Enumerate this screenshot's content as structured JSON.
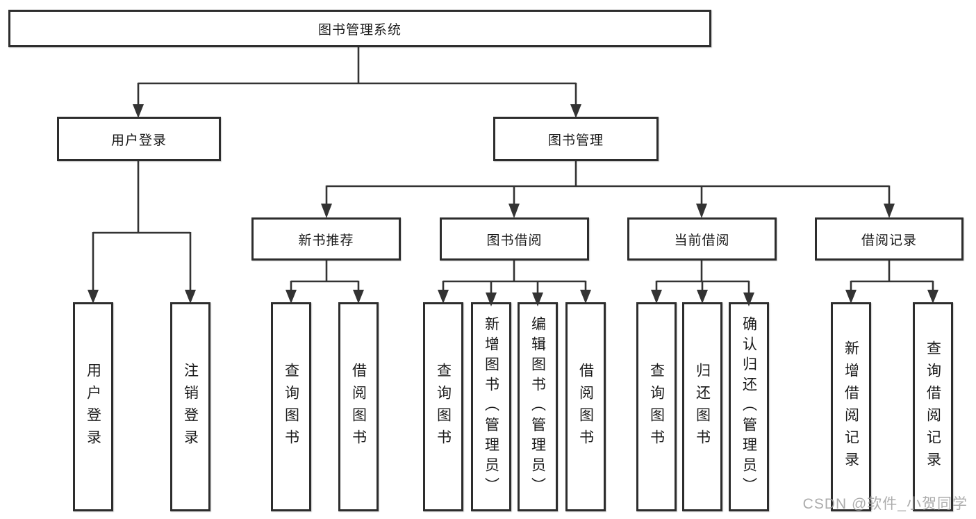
{
  "diagram": {
    "root": {
      "label": "图书管理系统"
    },
    "branches": [
      {
        "label": "用户登录",
        "children": [
          {
            "label": "用户登录"
          },
          {
            "label": "注销登录"
          }
        ]
      },
      {
        "label": "图书管理",
        "children": [
          {
            "label": "新书推荐",
            "children": [
              {
                "label": "查询图书"
              },
              {
                "label": "借阅图书"
              }
            ]
          },
          {
            "label": "图书借阅",
            "children": [
              {
                "label": "查询图书"
              },
              {
                "label": "新增图书（管理员）"
              },
              {
                "label": "编辑图书（管理员）"
              },
              {
                "label": "借阅图书"
              }
            ]
          },
          {
            "label": "当前借阅",
            "children": [
              {
                "label": "查询图书"
              },
              {
                "label": "归还图书"
              },
              {
                "label": "确认归还（管理员）"
              }
            ]
          },
          {
            "label": "借阅记录",
            "children": [
              {
                "label": "新增借阅记录"
              },
              {
                "label": "查询借阅记录"
              }
            ]
          }
        ]
      }
    ]
  },
  "watermark": {
    "text": "CSDN @软件_小贺同学"
  },
  "colors": {
    "line": "#333333",
    "box_border": "#2d2d2d",
    "text": "#1a1a1a",
    "watermark": "#9e9e9e",
    "background": "#ffffff"
  }
}
